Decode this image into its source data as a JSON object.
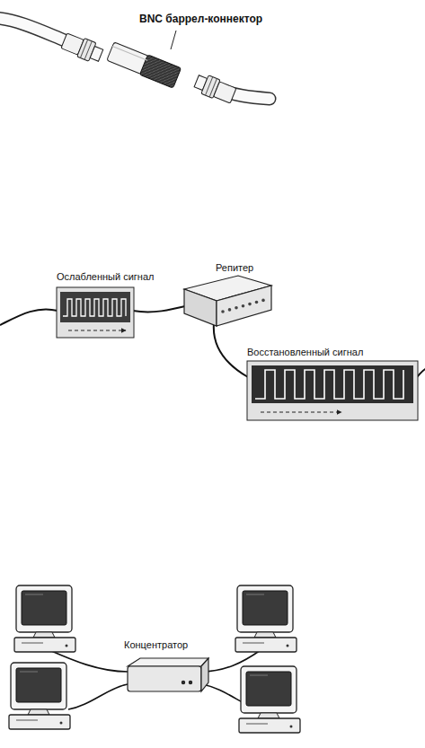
{
  "diagram": {
    "labels": [
      "BNC баррел-коннектор",
      "Ослабленный сигнал",
      "Репитер",
      "Восстановленный сигнал",
      "Концентратор"
    ]
  }
}
